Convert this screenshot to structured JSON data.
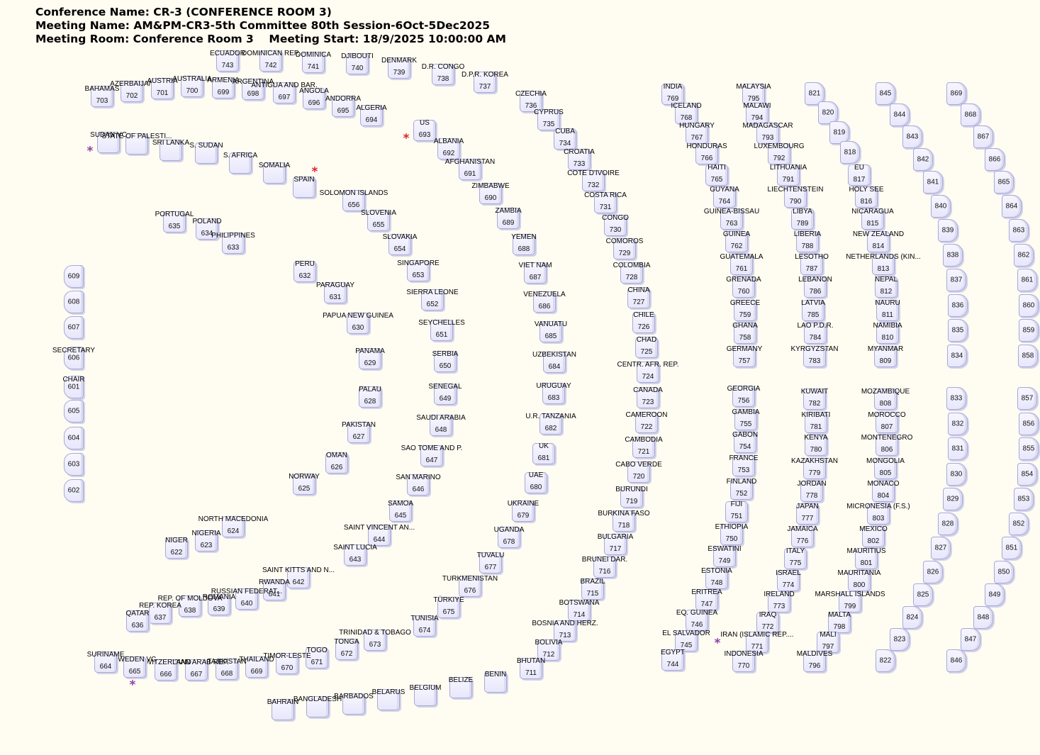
{
  "header": {
    "conference": "Conference Name: CR-3 (CONFERENCE ROOM 3)",
    "meeting": "Meeting Name: AM&PM-CR3-5th Committee 80th Session-6Oct-5Dec2025",
    "room_start": "Meeting Room: Conference Room 3    Meeting Start: 18/9/2025 10:00:00 AM"
  },
  "colors": {
    "star_red": "#e0202a",
    "star_purple": "#8d3fa6",
    "seat_fill": "#e8e7fb",
    "background": "#fffcf2"
  },
  "markers": [
    {
      "symbol": "*",
      "color": "star_purple"
    },
    {
      "symbol": "*",
      "color": "star_red"
    },
    {
      "symbol": "*",
      "color": "star_red"
    },
    {
      "symbol": "*",
      "color": "star_purple"
    },
    {
      "symbol": "*",
      "color": "star_purple"
    }
  ],
  "seats": [
    {
      "n": "743",
      "l": "ECUADOR"
    },
    {
      "n": "742",
      "l": "DOMINICAN REP."
    },
    {
      "n": "741",
      "l": "DOMINICA"
    },
    {
      "n": "740",
      "l": "DJIBOUTI"
    },
    {
      "n": "739",
      "l": "DENMARK"
    },
    {
      "n": "738",
      "l": "D.R. CONGO"
    },
    {
      "n": "737",
      "l": "D.P.R. KOREA"
    },
    {
      "n": "703",
      "l": "BAHAMAS"
    },
    {
      "n": "702",
      "l": "AZERBAIJAN"
    },
    {
      "n": "701",
      "l": "AUSTRIA"
    },
    {
      "n": "700",
      "l": "AUSTRALIA"
    },
    {
      "n": "699",
      "l": "ARMENIA"
    },
    {
      "n": "698",
      "l": "ARGENTINA"
    },
    {
      "n": "697",
      "l": "ANTIGUA AND BAR."
    },
    {
      "n": "696",
      "l": "ANGOLA"
    },
    {
      "n": "695",
      "l": "ANDORRA"
    },
    {
      "n": "694",
      "l": "ALGERIA"
    },
    {
      "n": "",
      "l": "SUDAN VC"
    },
    {
      "n": "",
      "l": "STATE OF PALESTI..."
    },
    {
      "n": "",
      "l": "SRI LANKA"
    },
    {
      "n": "",
      "l": "S. SUDAN"
    },
    {
      "n": "",
      "l": "S. AFRICA"
    },
    {
      "n": "",
      "l": "SOMALIA"
    },
    {
      "n": "",
      "l": "SPAIN"
    },
    {
      "n": "693",
      "l": "US"
    },
    {
      "n": "692",
      "l": "ALBANIA"
    },
    {
      "n": "691",
      "l": "AFGHANISTAN"
    },
    {
      "n": "690",
      "l": "ZIMBABWE"
    },
    {
      "n": "689",
      "l": "ZAMBIA"
    },
    {
      "n": "688",
      "l": "YEMEN"
    },
    {
      "n": "687",
      "l": "VIET NAM"
    },
    {
      "n": "686",
      "l": "VENEZUELA"
    },
    {
      "n": "685",
      "l": "VANUATU"
    },
    {
      "n": "684",
      "l": "UZBEKISTAN"
    },
    {
      "n": "683",
      "l": "URUGUAY"
    },
    {
      "n": "682",
      "l": "U.R. TANZANIA"
    },
    {
      "n": "681",
      "l": "UK"
    },
    {
      "n": "680",
      "l": "UAE"
    },
    {
      "n": "679",
      "l": "UKRAINE"
    },
    {
      "n": "678",
      "l": "UGANDA"
    },
    {
      "n": "677",
      "l": "TUVALU"
    },
    {
      "n": "676",
      "l": "TURKMENISTAN"
    },
    {
      "n": "675",
      "l": "TÜRKIYE"
    },
    {
      "n": "674",
      "l": "TUNISIA"
    },
    {
      "n": "673",
      "l": "TRINIDAD & TOBAGO"
    },
    {
      "n": "672",
      "l": "TONGA"
    },
    {
      "n": "671",
      "l": "TOGO"
    },
    {
      "n": "670",
      "l": "TIMOR-LESTE"
    },
    {
      "n": "669",
      "l": "THAILAND"
    },
    {
      "n": "668",
      "l": "TAJIKISTAN"
    },
    {
      "n": "667",
      "l": "SYRIAN ARAB REP."
    },
    {
      "n": "666",
      "l": "SWITZERLAND"
    },
    {
      "n": "665",
      "l": "SWEDEN VC"
    },
    {
      "n": "664",
      "l": "SURINAME"
    },
    {
      "n": "656",
      "l": "SOLOMON ISLANDS"
    },
    {
      "n": "655",
      "l": "SLOVENIA"
    },
    {
      "n": "654",
      "l": "SLOVAKIA"
    },
    {
      "n": "653",
      "l": "SINGAPORE"
    },
    {
      "n": "652",
      "l": "SIERRA LEONE"
    },
    {
      "n": "651",
      "l": "SEYCHELLES"
    },
    {
      "n": "650",
      "l": "SERBIA"
    },
    {
      "n": "649",
      "l": "SENEGAL"
    },
    {
      "n": "648",
      "l": "SAUDI ARABIA"
    },
    {
      "n": "647",
      "l": "SAO TOME AND P."
    },
    {
      "n": "646",
      "l": "SAN MARINO"
    },
    {
      "n": "645",
      "l": "SAMOA"
    },
    {
      "n": "644",
      "l": "SAINT VINCENT AN..."
    },
    {
      "n": "643",
      "l": "SAINT LUCIA"
    },
    {
      "n": "642",
      "l": "SAINT KITTS AND N..."
    },
    {
      "n": "641",
      "l": "RWANDA"
    },
    {
      "n": "640",
      "l": "RUSSIAN FEDERAT..."
    },
    {
      "n": "639",
      "l": "ROMANIA"
    },
    {
      "n": "638",
      "l": "REP. OF MOLDOVA"
    },
    {
      "n": "637",
      "l": "REP. KOREA"
    },
    {
      "n": "636",
      "l": "QATAR"
    },
    {
      "n": "635",
      "l": "PORTUGAL"
    },
    {
      "n": "634",
      "l": "POLAND"
    },
    {
      "n": "633",
      "l": "PHILIPPINES"
    },
    {
      "n": "632",
      "l": "PERU"
    },
    {
      "n": "631",
      "l": "PARAGUAY"
    },
    {
      "n": "630",
      "l": "PAPUA NEW GUINEA"
    },
    {
      "n": "629",
      "l": "PANAMA"
    },
    {
      "n": "628",
      "l": "PALAU"
    },
    {
      "n": "627",
      "l": "PAKISTAN"
    },
    {
      "n": "626",
      "l": "OMAN"
    },
    {
      "n": "625",
      "l": "NORWAY"
    },
    {
      "n": "624",
      "l": "NORTH MACEDONIA"
    },
    {
      "n": "623",
      "l": "NIGERIA"
    },
    {
      "n": "622",
      "l": "NIGER"
    },
    {
      "n": "",
      "l": "BAHRAIN"
    },
    {
      "n": "",
      "l": "BANGLADESH"
    },
    {
      "n": "",
      "l": "BARBADOS"
    },
    {
      "n": "",
      "l": "BELARUS"
    },
    {
      "n": "",
      "l": "BELGIUM"
    },
    {
      "n": "",
      "l": "BELIZE"
    },
    {
      "n": "",
      "l": "BENIN"
    },
    {
      "n": "736",
      "l": "CZECHIA"
    },
    {
      "n": "735",
      "l": "CYPRUS"
    },
    {
      "n": "734",
      "l": "CUBA"
    },
    {
      "n": "733",
      "l": "CROATIA"
    },
    {
      "n": "732",
      "l": "COTE D'IVOIRE"
    },
    {
      "n": "731",
      "l": "COSTA RICA"
    },
    {
      "n": "730",
      "l": "CONGO"
    },
    {
      "n": "729",
      "l": "COMOROS"
    },
    {
      "n": "728",
      "l": "COLOMBIA"
    },
    {
      "n": "727",
      "l": "CHINA"
    },
    {
      "n": "726",
      "l": "CHILE"
    },
    {
      "n": "725",
      "l": "CHAD"
    },
    {
      "n": "724",
      "l": "CENTR. AFR. REP."
    },
    {
      "n": "723",
      "l": "CANADA"
    },
    {
      "n": "722",
      "l": "CAMEROON"
    },
    {
      "n": "721",
      "l": "CAMBODIA"
    },
    {
      "n": "720",
      "l": "CABO VERDE"
    },
    {
      "n": "719",
      "l": "BURUNDI"
    },
    {
      "n": "718",
      "l": "BURKINA FASO"
    },
    {
      "n": "717",
      "l": "BULGARIA"
    },
    {
      "n": "716",
      "l": "BRUNEI DAR."
    },
    {
      "n": "715",
      "l": "BRAZIL"
    },
    {
      "n": "714",
      "l": "BOTSWANA"
    },
    {
      "n": "713",
      "l": "BOSNIA AND HERZ."
    },
    {
      "n": "712",
      "l": "BOLIVIA"
    },
    {
      "n": "711",
      "l": "BHUTAN"
    },
    {
      "n": "769",
      "l": "INDIA"
    },
    {
      "n": "768",
      "l": "ICELAND"
    },
    {
      "n": "767",
      "l": "HUNGARY"
    },
    {
      "n": "766",
      "l": "HONDURAS"
    },
    {
      "n": "765",
      "l": "HAITI"
    },
    {
      "n": "764",
      "l": "GUYANA"
    },
    {
      "n": "763",
      "l": "GUINEA-BISSAU"
    },
    {
      "n": "762",
      "l": "GUINEA"
    },
    {
      "n": "761",
      "l": "GUATEMALA"
    },
    {
      "n": "760",
      "l": "GRENADA"
    },
    {
      "n": "759",
      "l": "GREECE"
    },
    {
      "n": "758",
      "l": "GHANA"
    },
    {
      "n": "757",
      "l": "GERMANY"
    },
    {
      "n": "756",
      "l": "GEORGIA"
    },
    {
      "n": "755",
      "l": "GAMBIA"
    },
    {
      "n": "754",
      "l": "GABON"
    },
    {
      "n": "753",
      "l": "FRANCE"
    },
    {
      "n": "752",
      "l": "FINLAND"
    },
    {
      "n": "751",
      "l": "FIJI"
    },
    {
      "n": "750",
      "l": "ETHIOPIA"
    },
    {
      "n": "749",
      "l": "ESWATINI"
    },
    {
      "n": "748",
      "l": "ESTONIA"
    },
    {
      "n": "747",
      "l": "ERITREA"
    },
    {
      "n": "746",
      "l": "EQ. GUINEA"
    },
    {
      "n": "745",
      "l": "EL SALVADOR"
    },
    {
      "n": "744",
      "l": "EGYPT"
    },
    {
      "n": "795",
      "l": "MALAYSIA"
    },
    {
      "n": "794",
      "l": "MALAWI"
    },
    {
      "n": "793",
      "l": "MADAGASCAR"
    },
    {
      "n": "792",
      "l": "LUXEMBOURG"
    },
    {
      "n": "791",
      "l": "LITHUANIA"
    },
    {
      "n": "790",
      "l": "LIECHTENSTEIN"
    },
    {
      "n": "789",
      "l": "LIBYA"
    },
    {
      "n": "788",
      "l": "LIBERIA"
    },
    {
      "n": "787",
      "l": "LESOTHO"
    },
    {
      "n": "786",
      "l": "LEBANON"
    },
    {
      "n": "785",
      "l": "LATVIA"
    },
    {
      "n": "784",
      "l": "LAO P.D.R."
    },
    {
      "n": "783",
      "l": "KYRGYZSTAN"
    },
    {
      "n": "782",
      "l": "KUWAIT"
    },
    {
      "n": "781",
      "l": "KIRIBATI"
    },
    {
      "n": "780",
      "l": "KENYA"
    },
    {
      "n": "779",
      "l": "KAZAKHSTAN"
    },
    {
      "n": "778",
      "l": "JORDAN"
    },
    {
      "n": "777",
      "l": "JAPAN"
    },
    {
      "n": "776",
      "l": "JAMAICA"
    },
    {
      "n": "775",
      "l": "ITALY"
    },
    {
      "n": "774",
      "l": "ISRAEL"
    },
    {
      "n": "773",
      "l": "IRELAND"
    },
    {
      "n": "772",
      "l": "IRAQ"
    },
    {
      "n": "771",
      "l": "IRAN (ISLAMIC REP...."
    },
    {
      "n": "770",
      "l": "INDONESIA"
    },
    {
      "n": "817",
      "l": "EU"
    },
    {
      "n": "816",
      "l": "HOLY SEE"
    },
    {
      "n": "815",
      "l": "NICARAGUA"
    },
    {
      "n": "814",
      "l": "NEW ZEALAND"
    },
    {
      "n": "813",
      "l": "NETHERLANDS (KIN..."
    },
    {
      "n": "812",
      "l": "NEPAL"
    },
    {
      "n": "811",
      "l": "NAURU"
    },
    {
      "n": "810",
      "l": "NAMIBIA"
    },
    {
      "n": "809",
      "l": "MYANMAR"
    },
    {
      "n": "808",
      "l": "MOZAMBIQUE"
    },
    {
      "n": "807",
      "l": "MOROCCO"
    },
    {
      "n": "806",
      "l": "MONTENEGRO"
    },
    {
      "n": "805",
      "l": "MONGOLIA"
    },
    {
      "n": "804",
      "l": "MONACO"
    },
    {
      "n": "803",
      "l": "MICRONESIA (F.S.)"
    },
    {
      "n": "802",
      "l": "MEXICO"
    },
    {
      "n": "801",
      "l": "MAURITIUS"
    },
    {
      "n": "800",
      "l": "MAURITANIA"
    },
    {
      "n": "799",
      "l": "MARSHALL ISLANDS"
    },
    {
      "n": "798",
      "l": "MALTA"
    },
    {
      "n": "797",
      "l": "MALI"
    },
    {
      "n": "796",
      "l": "MALDIVES"
    },
    {
      "n": "821",
      "l": ""
    },
    {
      "n": "820",
      "l": ""
    },
    {
      "n": "819",
      "l": ""
    },
    {
      "n": "818",
      "l": ""
    },
    {
      "n": "845",
      "l": ""
    },
    {
      "n": "844",
      "l": ""
    },
    {
      "n": "843",
      "l": ""
    },
    {
      "n": "842",
      "l": ""
    },
    {
      "n": "841",
      "l": ""
    },
    {
      "n": "840",
      "l": ""
    },
    {
      "n": "839",
      "l": ""
    },
    {
      "n": "838",
      "l": ""
    },
    {
      "n": "837",
      "l": ""
    },
    {
      "n": "836",
      "l": ""
    },
    {
      "n": "835",
      "l": ""
    },
    {
      "n": "834",
      "l": ""
    },
    {
      "n": "833",
      "l": ""
    },
    {
      "n": "832",
      "l": ""
    },
    {
      "n": "831",
      "l": ""
    },
    {
      "n": "830",
      "l": ""
    },
    {
      "n": "829",
      "l": ""
    },
    {
      "n": "828",
      "l": ""
    },
    {
      "n": "827",
      "l": ""
    },
    {
      "n": "826",
      "l": ""
    },
    {
      "n": "825",
      "l": ""
    },
    {
      "n": "824",
      "l": ""
    },
    {
      "n": "823",
      "l": ""
    },
    {
      "n": "822",
      "l": ""
    },
    {
      "n": "869",
      "l": ""
    },
    {
      "n": "868",
      "l": ""
    },
    {
      "n": "867",
      "l": ""
    },
    {
      "n": "866",
      "l": ""
    },
    {
      "n": "865",
      "l": ""
    },
    {
      "n": "864",
      "l": ""
    },
    {
      "n": "863",
      "l": ""
    },
    {
      "n": "862",
      "l": ""
    },
    {
      "n": "861",
      "l": ""
    },
    {
      "n": "860",
      "l": ""
    },
    {
      "n": "859",
      "l": ""
    },
    {
      "n": "858",
      "l": ""
    },
    {
      "n": "857",
      "l": ""
    },
    {
      "n": "856",
      "l": ""
    },
    {
      "n": "855",
      "l": ""
    },
    {
      "n": "854",
      "l": ""
    },
    {
      "n": "853",
      "l": ""
    },
    {
      "n": "852",
      "l": ""
    },
    {
      "n": "851",
      "l": ""
    },
    {
      "n": "850",
      "l": ""
    },
    {
      "n": "849",
      "l": ""
    },
    {
      "n": "848",
      "l": ""
    },
    {
      "n": "847",
      "l": ""
    },
    {
      "n": "846",
      "l": ""
    },
    {
      "n": "609",
      "l": ""
    },
    {
      "n": "608",
      "l": ""
    },
    {
      "n": "607",
      "l": ""
    },
    {
      "n": "606",
      "l": "SECRETARY"
    },
    {
      "n": "601",
      "l": "CHAIR"
    },
    {
      "n": "605",
      "l": ""
    },
    {
      "n": "604",
      "l": ""
    },
    {
      "n": "603",
      "l": ""
    },
    {
      "n": "602",
      "l": ""
    }
  ]
}
